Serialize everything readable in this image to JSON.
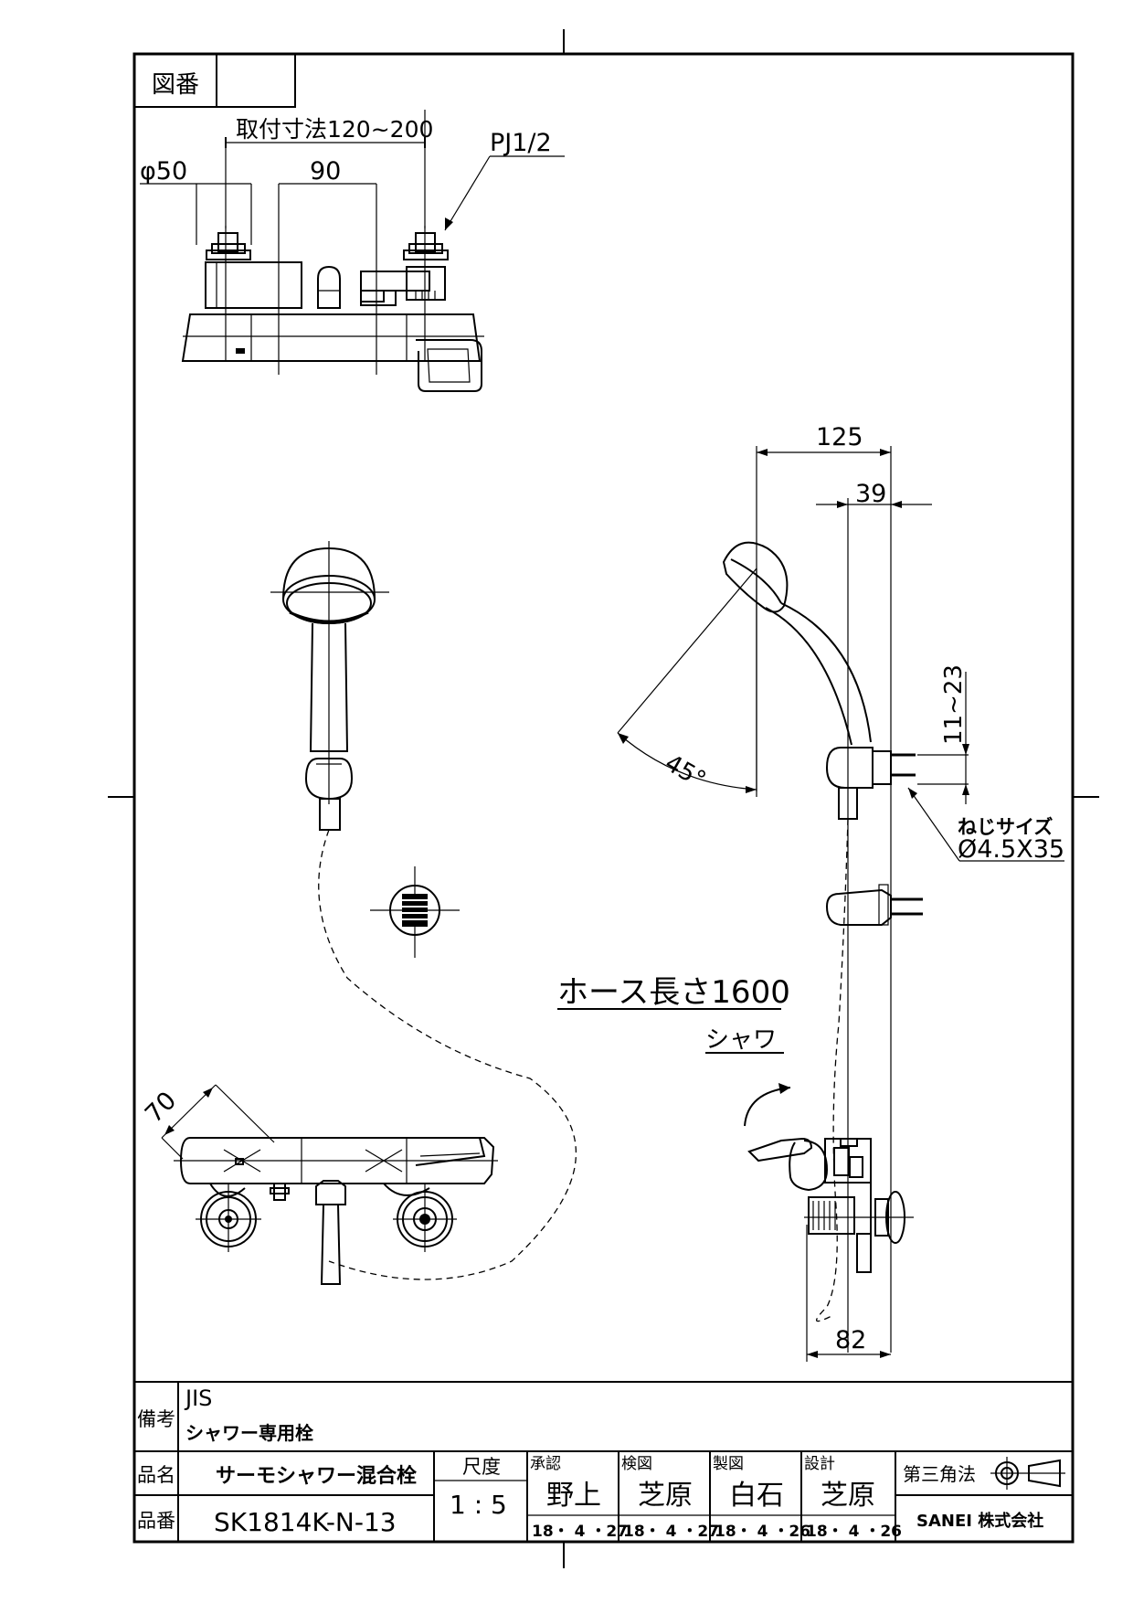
{
  "title_block": {
    "drawing_number_label": "図番",
    "drawing_number_value": "",
    "remarks_label": "備考",
    "remarks_line1": "JIS",
    "remarks_line2": "シャワー専用栓",
    "product_name_label": "品名",
    "product_name": "サーモシャワー混合栓",
    "product_number_label": "品番",
    "product_number": "SK1814K-N-13",
    "scale_label": "尺度",
    "scale_value": "1 : 5",
    "approval_label": "承認",
    "approval_name": "野上",
    "approval_date": "18・ 4 ・27",
    "inspection_label": "検図",
    "inspection_name": "芝原",
    "inspection_date": "18・ 4 ・27",
    "drafting_label": "製図",
    "drafting_name": "白石",
    "drafting_date": "18・ 4 ・26",
    "design_label": "設計",
    "design_name": "芝原",
    "design_date": "18・ 4 ・26",
    "projection_label": "第三角法",
    "company": "SANEI 株式会社"
  },
  "dimensions": {
    "mount_range": "取付寸法120~200",
    "diameter_50": "φ50",
    "dim_90": "90",
    "thread": "PJ1/2",
    "dim_125": "125",
    "dim_39": "39",
    "dim_11_23": "11~23",
    "angle_45": "45°",
    "screw_label": "ねじサイズ",
    "screw_size": "Ø4.5X35",
    "hose_length": "ホース長さ1600",
    "shower_label": "シャワ",
    "dim_70": "70",
    "dim_82": "82"
  }
}
